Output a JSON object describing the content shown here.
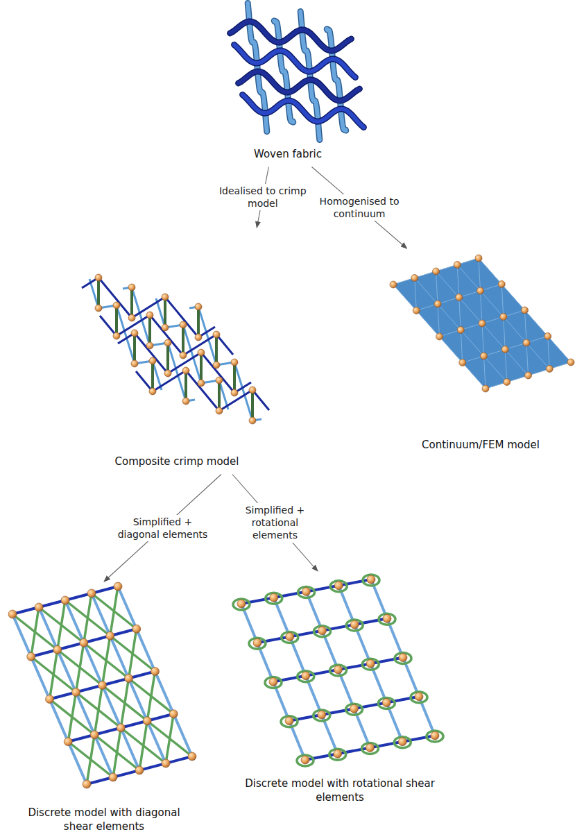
{
  "diagram": {
    "nodes": [
      {
        "text": [
          "Woven fabric"
        ]
      },
      {
        "text": [
          "Composite crimp model"
        ]
      },
      {
        "text": [
          "Continuum/FEM model"
        ]
      },
      {
        "text": [
          "Discrete model with diagonal shear elements"
        ]
      },
      {
        "text": [
          "Discrete model with rotational shear elements"
        ]
      }
    ],
    "edges": [
      {
        "from": 0,
        "to": 1,
        "arrow": "to",
        "label": "Idealised to crimp model"
      },
      {
        "from": 0,
        "to": 2,
        "arrow": "to",
        "label": "Homogenised to continuum"
      },
      {
        "from": 1,
        "to": 3,
        "arrow": "to",
        "label": "Simplified + diagonal elements"
      },
      {
        "from": 1,
        "to": 4,
        "arrow": "to",
        "label": "Simplified + rotational elements"
      }
    ]
  }
}
